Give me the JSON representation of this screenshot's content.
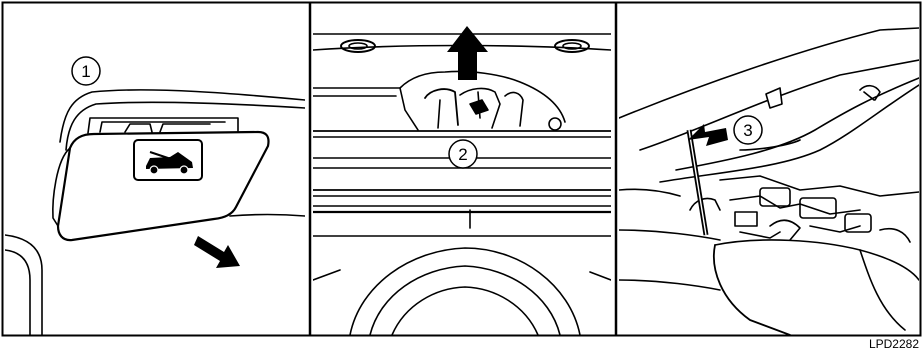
{
  "callouts": [
    "1",
    "2",
    "3"
  ],
  "figure_code": "LPD2282",
  "icons": {
    "hood_symbol": "car-hood-open-icon",
    "arrow_pull": "arrow-down-right-icon",
    "arrow_up": "arrow-up-icon",
    "arrow_left": "arrow-left-icon"
  }
}
